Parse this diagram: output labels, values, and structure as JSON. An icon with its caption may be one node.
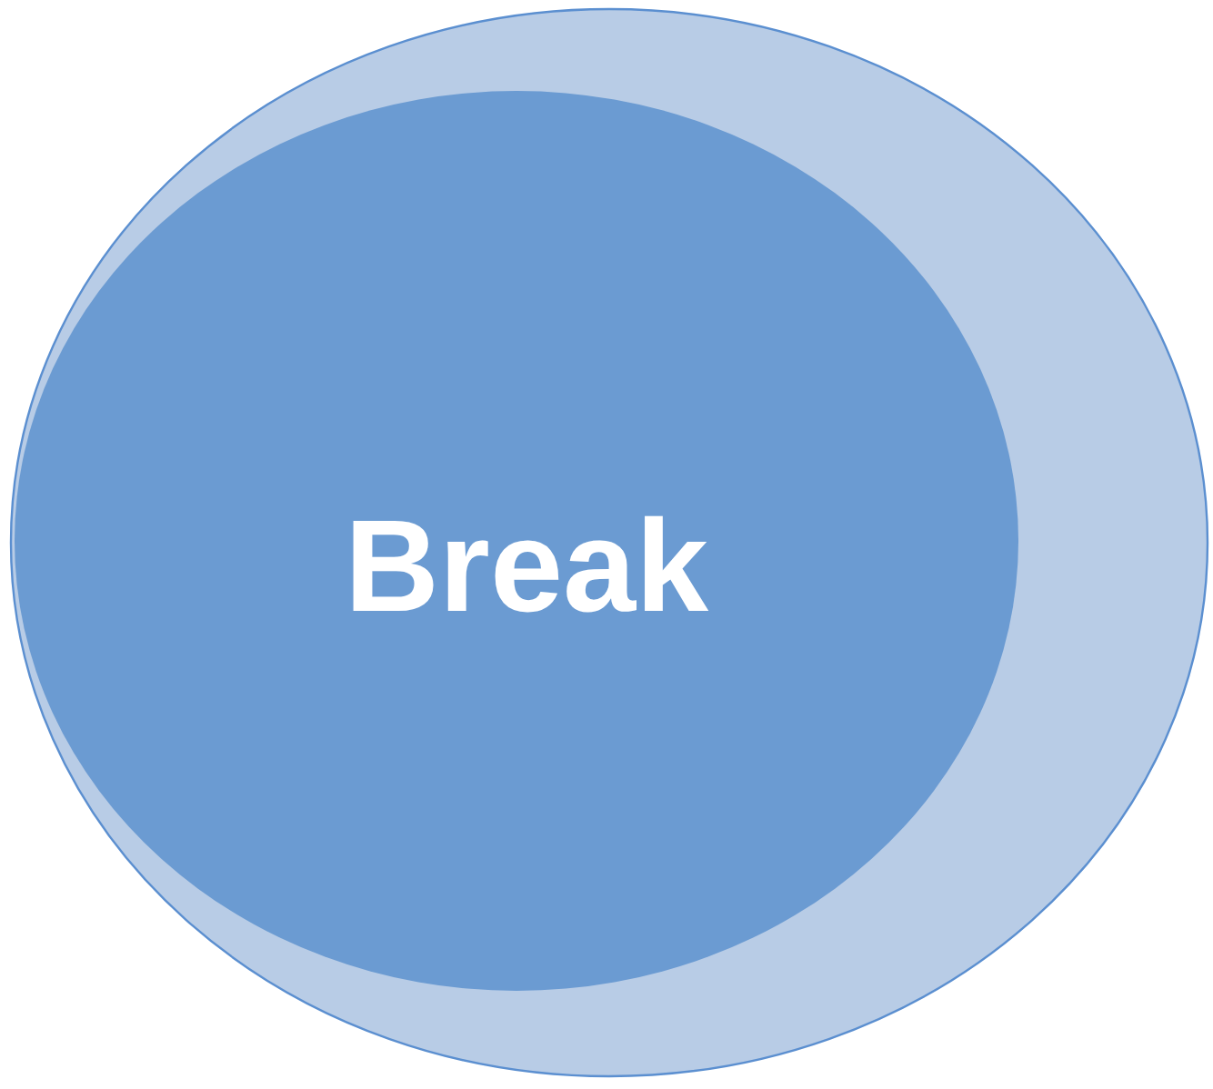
{
  "diagram": {
    "nodes": [
      {
        "text": [],
        "shape": "circle"
      },
      {
        "text": [
          "Break"
        ],
        "in": 0
      }
    ]
  }
}
